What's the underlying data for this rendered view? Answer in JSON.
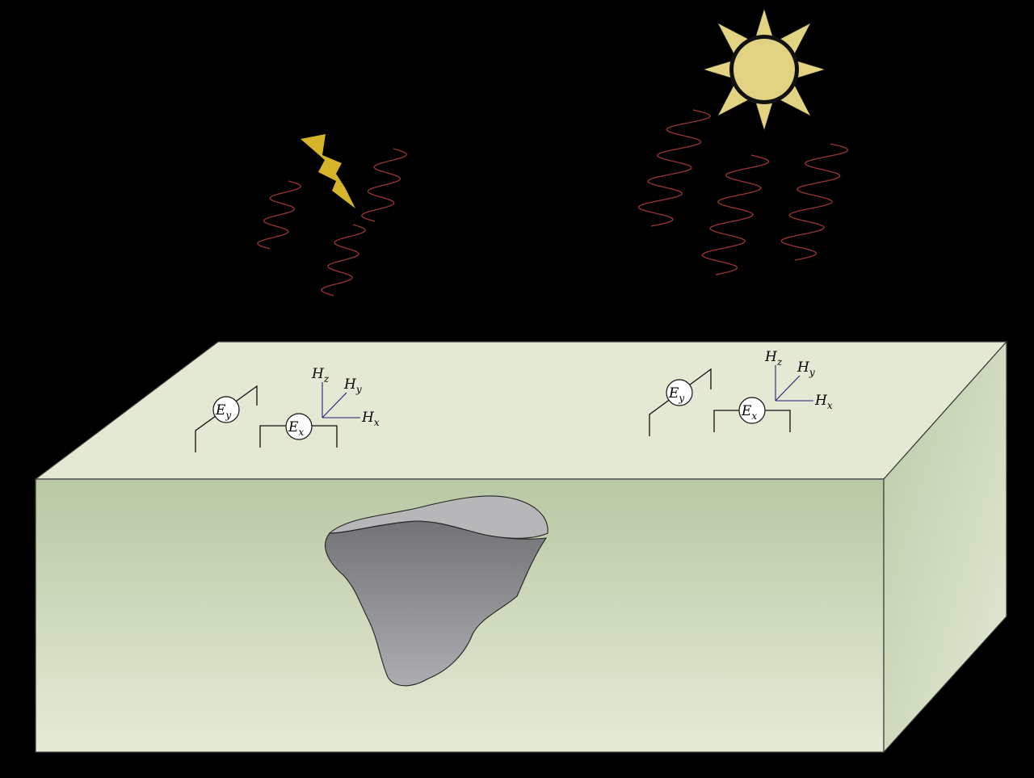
{
  "colors": {
    "background": "#000000",
    "block_top": "#e3e9d2",
    "block_front_top": "#b9c8a4",
    "block_front_bottom": "#e5ebd7",
    "block_side": "#c9d6b5",
    "anomaly_top": "#b7b7b9",
    "anomaly_body_top": "#747578",
    "anomaly_body_bottom": "#a9aaad",
    "waves": "#9b3535",
    "lightning": "#d6b42a",
    "sun": "#e1d382",
    "magnetic_axes": "#20207a"
  },
  "icons": [
    "lightning-icon",
    "sun-icon"
  ],
  "stations": [
    {
      "ey": {
        "base": "E",
        "sub": "y"
      },
      "ex": {
        "base": "E",
        "sub": "x"
      },
      "hz": {
        "base": "H",
        "sub": "z"
      },
      "hy": {
        "base": "H",
        "sub": "y"
      },
      "hx": {
        "base": "H",
        "sub": "x"
      }
    },
    {
      "ey": {
        "base": "E",
        "sub": "y"
      },
      "ex": {
        "base": "E",
        "sub": "x"
      },
      "hz": {
        "base": "H",
        "sub": "z"
      },
      "hy": {
        "base": "H",
        "sub": "y"
      },
      "hx": {
        "base": "H",
        "sub": "x"
      }
    }
  ]
}
